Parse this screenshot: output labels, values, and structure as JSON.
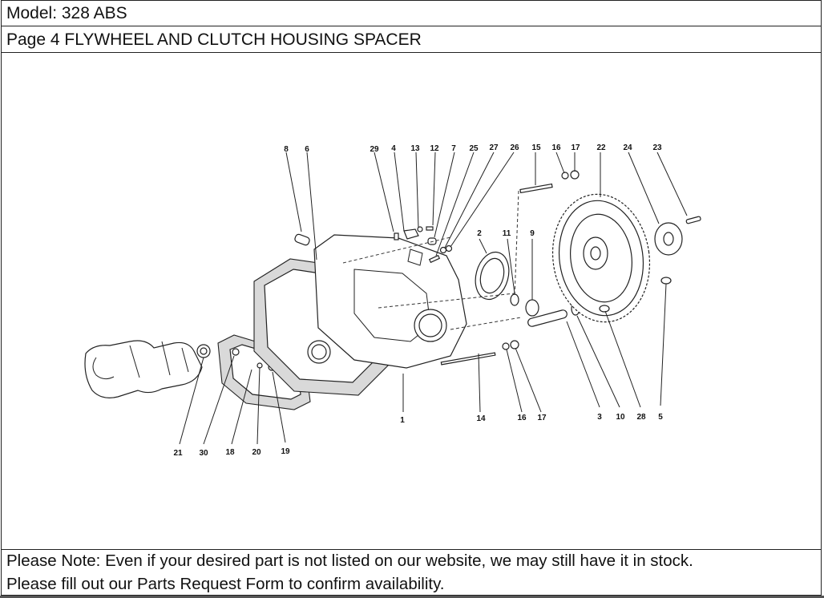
{
  "header": {
    "model": "Model: 328 ABS",
    "page_title": "Page 4  FLYWHEEL AND CLUTCH HOUSING SPACER"
  },
  "diagram": {
    "description": "Exploded view: flywheel and clutch housing spacer",
    "callouts": {
      "c8": "8",
      "c6": "6",
      "c29": "29",
      "c4": "4",
      "c13": "13",
      "c12": "12",
      "c7": "7",
      "c25": "25",
      "c27": "27",
      "c26": "26",
      "c15": "15",
      "c16a": "16",
      "c17a": "17",
      "c22": "22",
      "c24": "24",
      "c23": "23",
      "c2": "2",
      "c11": "11",
      "c9": "9",
      "c21": "21",
      "c30": "30",
      "c18": "18",
      "c20": "20",
      "c19": "19",
      "c1": "1",
      "c14": "14",
      "c16b": "16",
      "c17b": "17",
      "c3": "3",
      "c10": "10",
      "c28": "28",
      "c5": "5"
    }
  },
  "footer": {
    "line1": "Please Note: Even if your desired part is not listed on our website, we may still have it in stock.",
    "line2": "Please fill out our Parts Request Form to confirm availability."
  }
}
